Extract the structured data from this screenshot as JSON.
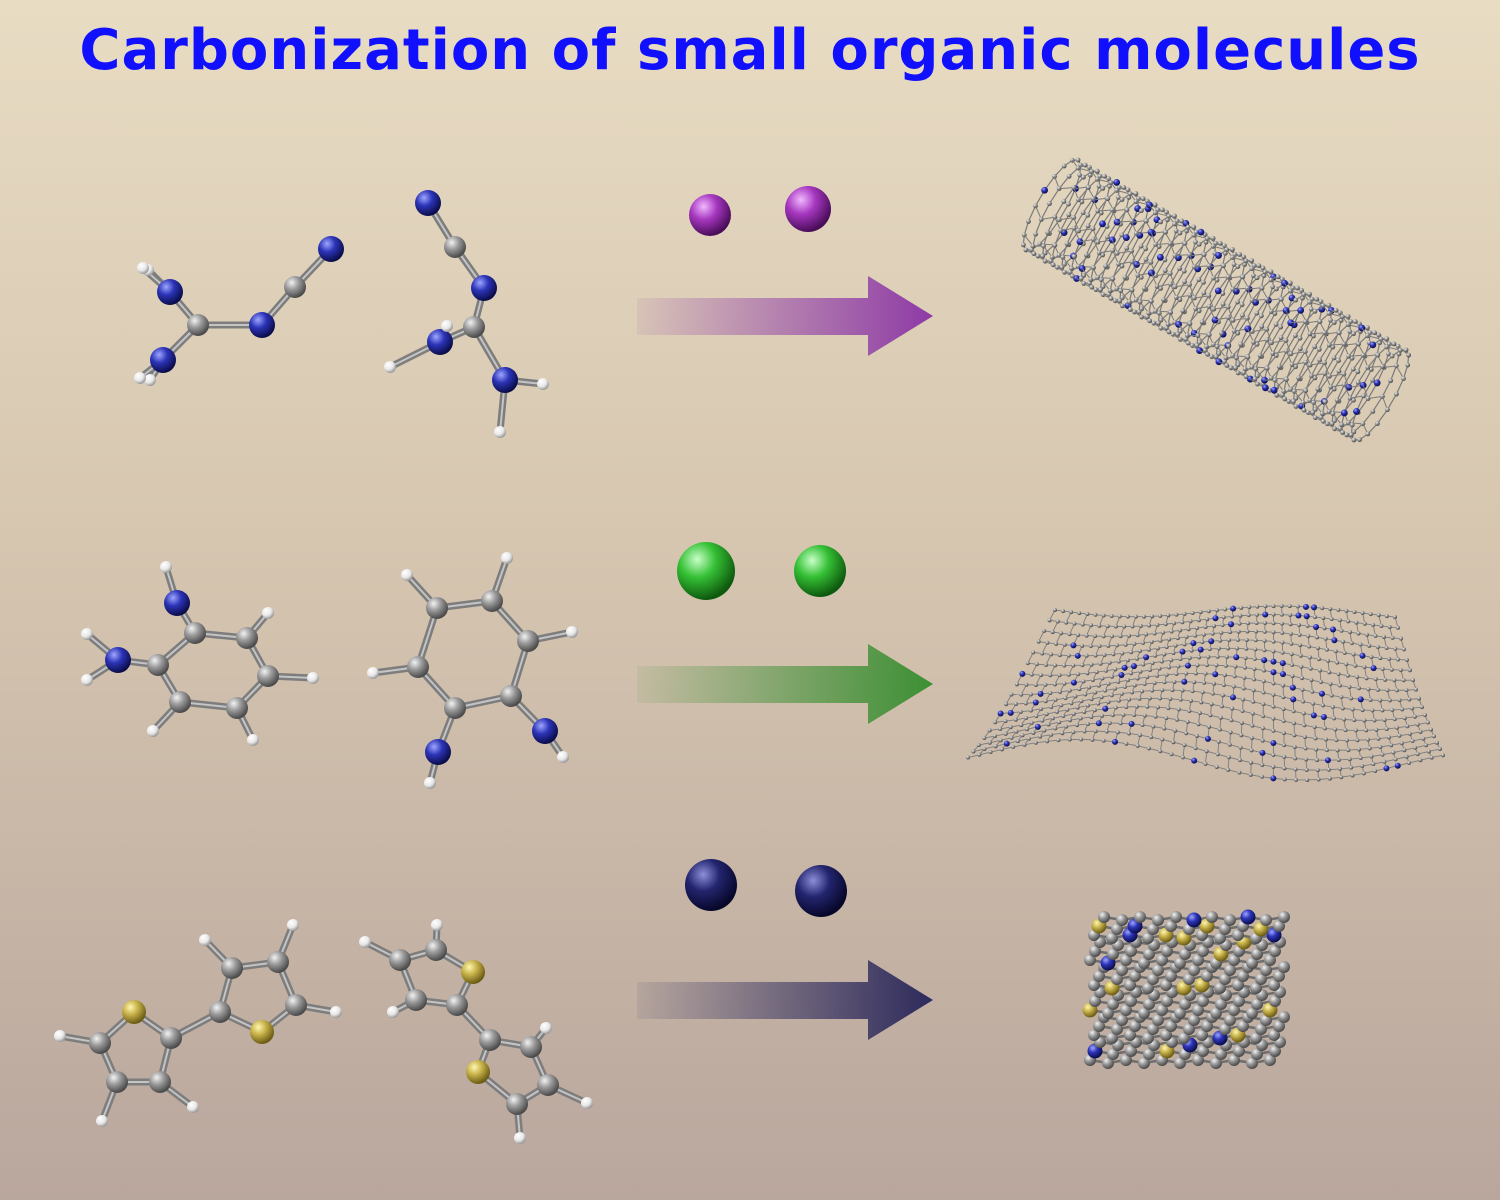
{
  "title": "Carbonization of small organic molecules",
  "colors": {
    "carbon": "#8c8c8c",
    "nitrogen": "#2b2fa8",
    "hydrogen": "#f4f4f4",
    "sulfur": "#c9b44a",
    "catalyst_row1": "#9a2fb0",
    "catalyst_row2": "#2fb52f",
    "catalyst_row3": "#1e1f5e",
    "arrow_row1": "#8e3aa6",
    "arrow_row2": "#3c8f33",
    "arrow_row3": "#2d2a5c"
  },
  "rows": [
    {
      "precursor": "cyanoguanidine",
      "catalyst": "purple spheres",
      "product": "N-doped carbon nanotube"
    },
    {
      "precursor": "o-phenylenediamine",
      "catalyst": "green spheres",
      "product": "N-doped graphene sheet"
    },
    {
      "precursor": "bithiophene",
      "catalyst": "navy spheres",
      "product": "N,S-doped stacked graphitic layers"
    }
  ]
}
